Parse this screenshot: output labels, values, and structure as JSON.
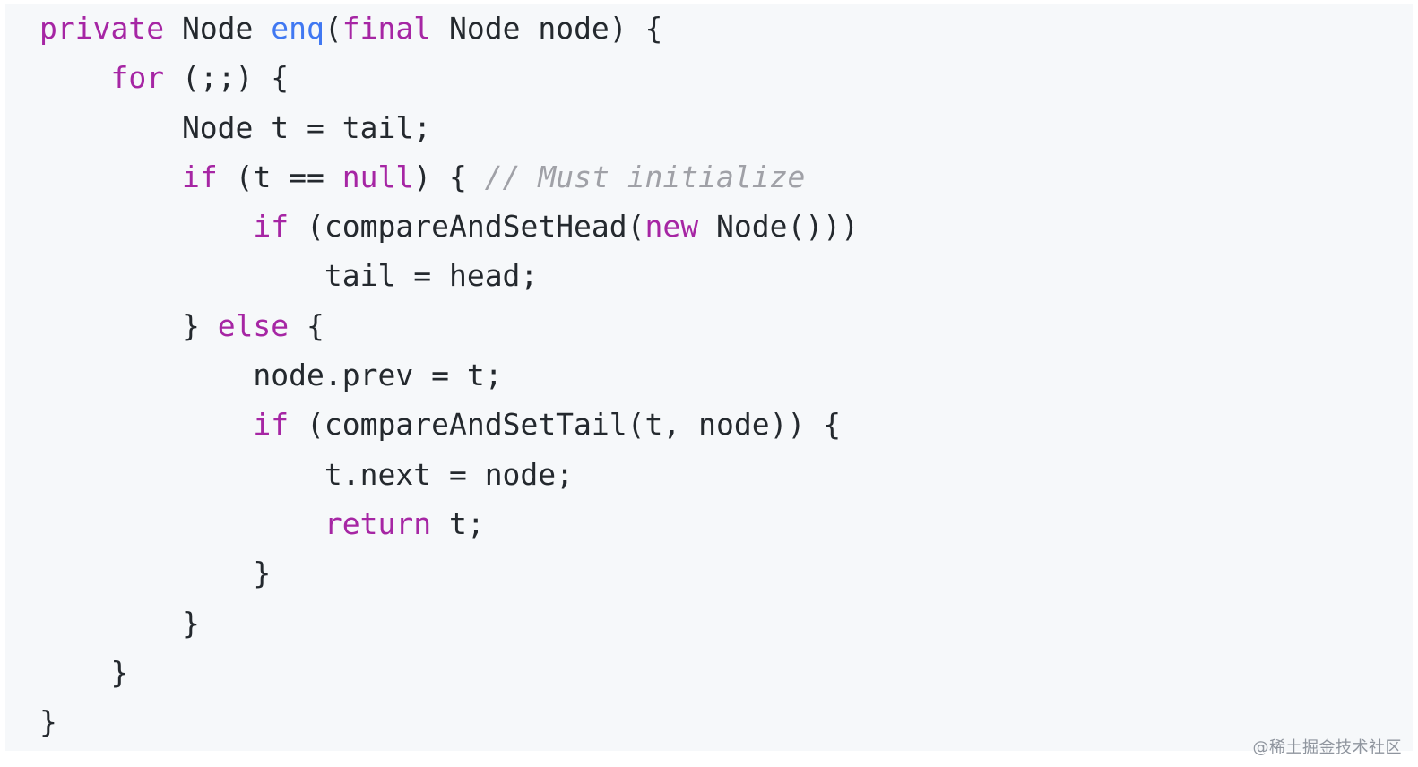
{
  "colors": {
    "background": "#f6f8fa",
    "keyword": "#a626a4",
    "function": "#4078f2",
    "comment": "#a0a1a7",
    "text": "#24292e"
  },
  "code": {
    "lines": [
      [
        {
          "t": "keyword",
          "v": "private"
        },
        {
          "t": "plain",
          "v": " Node "
        },
        {
          "t": "function",
          "v": "enq"
        },
        {
          "t": "plain",
          "v": "("
        },
        {
          "t": "keyword",
          "v": "final"
        },
        {
          "t": "plain",
          "v": " Node node) {"
        }
      ],
      [
        {
          "t": "plain",
          "v": "    "
        },
        {
          "t": "keyword",
          "v": "for"
        },
        {
          "t": "plain",
          "v": " (;;) {"
        }
      ],
      [
        {
          "t": "plain",
          "v": "        Node t = tail;"
        }
      ],
      [
        {
          "t": "plain",
          "v": "        "
        },
        {
          "t": "keyword",
          "v": "if"
        },
        {
          "t": "plain",
          "v": " (t == "
        },
        {
          "t": "keyword",
          "v": "null"
        },
        {
          "t": "plain",
          "v": ") { "
        },
        {
          "t": "comment",
          "v": "// Must initialize"
        }
      ],
      [
        {
          "t": "plain",
          "v": "            "
        },
        {
          "t": "keyword",
          "v": "if"
        },
        {
          "t": "plain",
          "v": " (compareAndSetHead("
        },
        {
          "t": "keyword",
          "v": "new"
        },
        {
          "t": "plain",
          "v": " Node()))"
        }
      ],
      [
        {
          "t": "plain",
          "v": "                tail = head;"
        }
      ],
      [
        {
          "t": "plain",
          "v": "        } "
        },
        {
          "t": "keyword",
          "v": "else"
        },
        {
          "t": "plain",
          "v": " {"
        }
      ],
      [
        {
          "t": "plain",
          "v": "            node.prev = t;"
        }
      ],
      [
        {
          "t": "plain",
          "v": "            "
        },
        {
          "t": "keyword",
          "v": "if"
        },
        {
          "t": "plain",
          "v": " (compareAndSetTail(t, node)) {"
        }
      ],
      [
        {
          "t": "plain",
          "v": "                t.next = node;"
        }
      ],
      [
        {
          "t": "plain",
          "v": "                "
        },
        {
          "t": "keyword",
          "v": "return"
        },
        {
          "t": "plain",
          "v": " t;"
        }
      ],
      [
        {
          "t": "plain",
          "v": "            }"
        }
      ],
      [
        {
          "t": "plain",
          "v": "        }"
        }
      ],
      [
        {
          "t": "plain",
          "v": "    }"
        }
      ],
      [
        {
          "t": "plain",
          "v": "}"
        }
      ]
    ]
  },
  "watermark": {
    "text": "@稀土掘金技术社区"
  }
}
